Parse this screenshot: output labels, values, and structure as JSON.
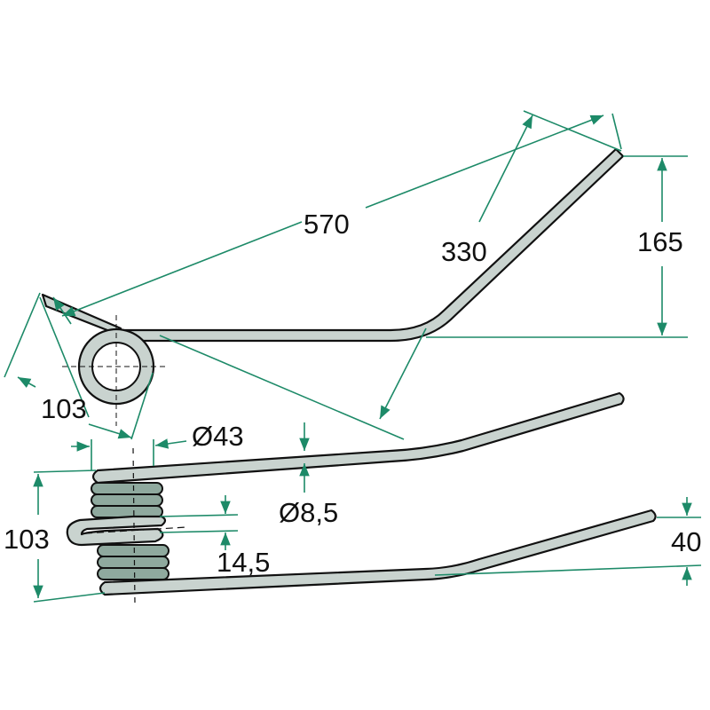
{
  "drawing": {
    "title": "Spring tine dimension drawing",
    "colors": {
      "dimension_line": "#1d8a68",
      "tine_fill": "#c9d3cf",
      "coil_fill": "#8fa99e"
    },
    "top_view": {
      "length_total": "570",
      "length_bent": "330",
      "height": "165",
      "coil_offset": "103"
    },
    "side_view": {
      "coil_diameter": "Ø43",
      "wire_diameter": "Ø8,5",
      "coil_width": "103",
      "loop_gap": "14,5",
      "tip_offset": "40"
    }
  }
}
